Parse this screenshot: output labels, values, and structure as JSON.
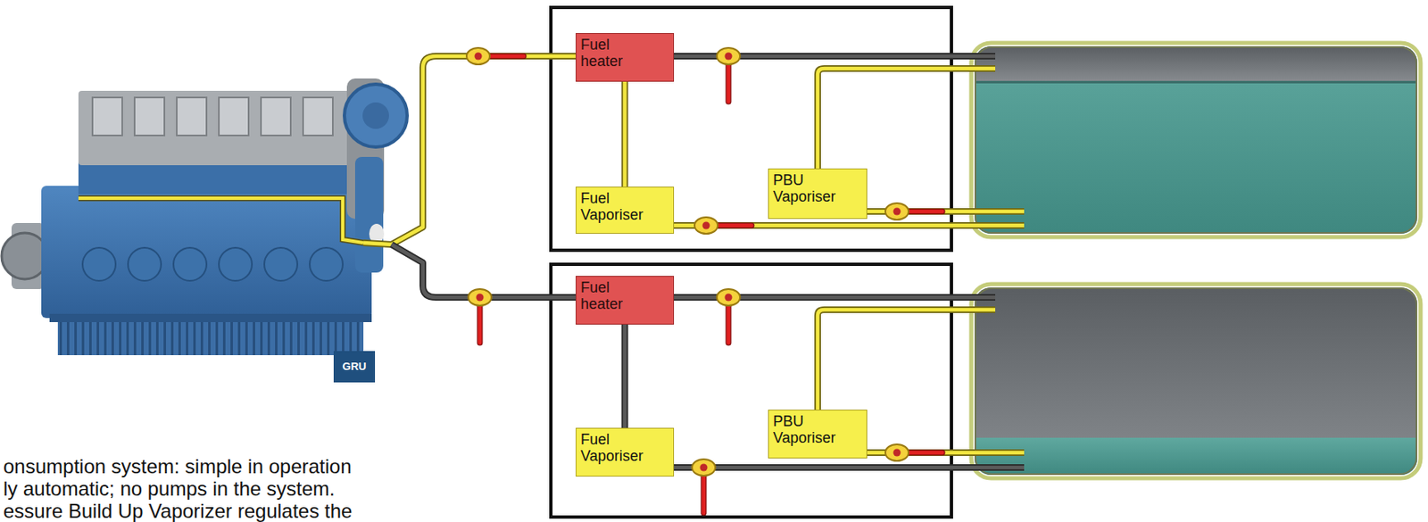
{
  "diagram": {
    "nodes": [
      {
        "text": [
          "Fuel heater"
        ]
      },
      {
        "text": [
          "Fuel Vaporiser"
        ]
      },
      {
        "text": [
          "PBU Vaporiser"
        ]
      },
      {
        "text": [
          "Fuel heater"
        ]
      },
      {
        "text": [
          "Fuel Vaporiser"
        ]
      },
      {
        "text": [
          "PBU Vaporiser"
        ]
      },
      {
        "text": [
          "GRU"
        ]
      }
    ],
    "edges": [
      {
        "from": 0,
        "to": 1,
        "arrow": "none"
      },
      {
        "from": 3,
        "to": 4,
        "arrow": "none"
      }
    ],
    "labels": [
      "onsumption system: simple in operation",
      "ly automatic; no pumps in the system.",
      "essure Build Up Vaporizer regulates the"
    ]
  }
}
